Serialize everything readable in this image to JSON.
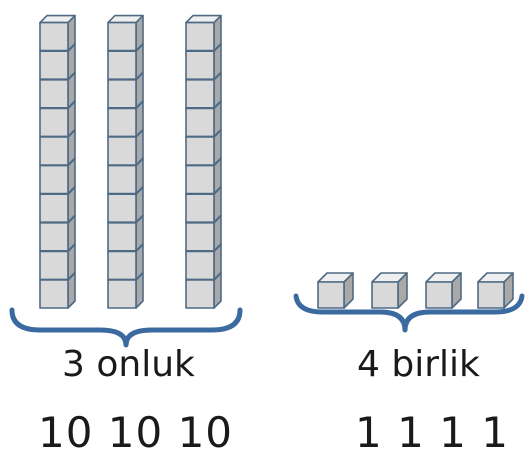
{
  "tens": {
    "rod_count": 3,
    "cubes_per_rod": 10,
    "label": "3 onluk",
    "values": "10 10 10"
  },
  "ones": {
    "cube_count": 4,
    "label": "4 birlik",
    "values": "1 1 1 1"
  },
  "colors": {
    "cube_front": "#d9d9d9",
    "cube_top": "#efefef",
    "cube_side": "#a9a9a9",
    "cube_edge": "#4e6a85",
    "brace": "#3b6aa0"
  }
}
